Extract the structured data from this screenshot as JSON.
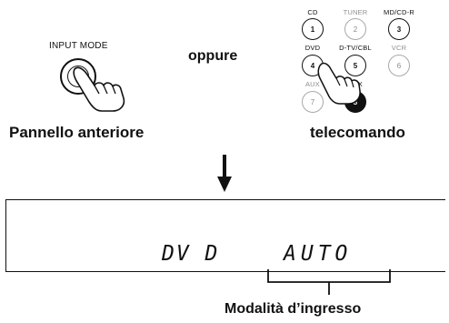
{
  "front_panel": {
    "button_label": "INPUT MODE",
    "caption": "Pannello anteriore"
  },
  "separator": "oppure",
  "remote": {
    "caption": "telecomando",
    "buttons": [
      {
        "label": "CD",
        "number": "1",
        "active": true
      },
      {
        "label": "TUNER",
        "number": "2",
        "active": false
      },
      {
        "label": "MD/CD-R",
        "number": "3",
        "active": true
      },
      {
        "label": "DVD",
        "number": "4",
        "active": true
      },
      {
        "label": "D-TV/CBL",
        "number": "5",
        "active": true
      },
      {
        "label": "VCR",
        "number": "6",
        "active": false
      },
      {
        "label": "AUX",
        "number": "7",
        "active": false
      },
      {
        "label": "AUX",
        "number": "8",
        "active": true
      }
    ]
  },
  "display": {
    "source_text": "DV D",
    "mode_text": "AUTO"
  },
  "callout": "Modalità d’ingresso",
  "icons": [
    "down-arrow-icon",
    "pointing-hand-icon"
  ]
}
